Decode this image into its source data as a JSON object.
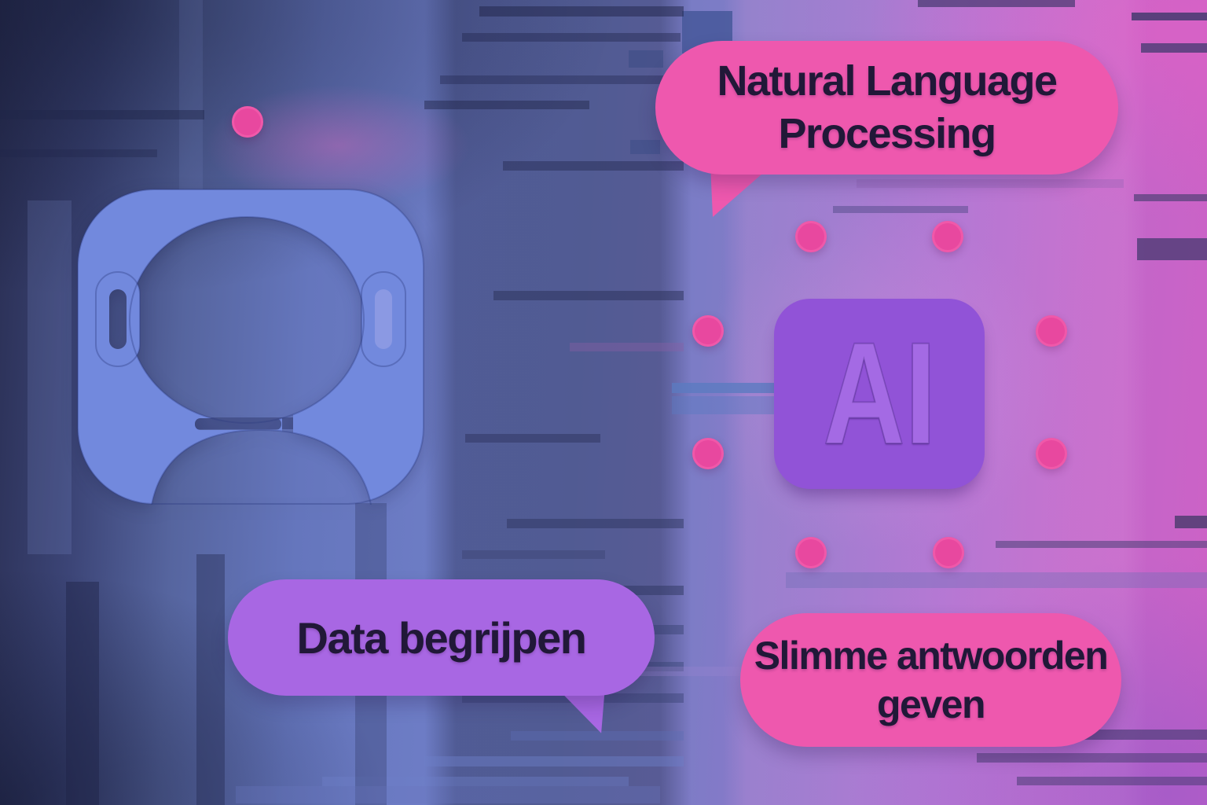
{
  "bubbles": {
    "nlp": {
      "line1": "Natural Language",
      "line2": "Processing"
    },
    "understand": {
      "line1": "Data begrijpen"
    },
    "answers": {
      "line1": "Slimme antwoorden",
      "line2": "geven"
    }
  },
  "ai_badge": {
    "label": "AI"
  },
  "icons": {
    "left_figure": "chatbot-head-icon",
    "center_badge": "ai-chip-badge",
    "accents": "pink-dot"
  },
  "colors": {
    "bubble_pink": "#ee58ae",
    "bubble_purple": "#a867e3",
    "ai_purple": "#9153d7",
    "ai_text": "#a46ae4",
    "robot_blue": "#7289dd",
    "dot_pink": "#e8489f",
    "text_dark": "#211838"
  }
}
